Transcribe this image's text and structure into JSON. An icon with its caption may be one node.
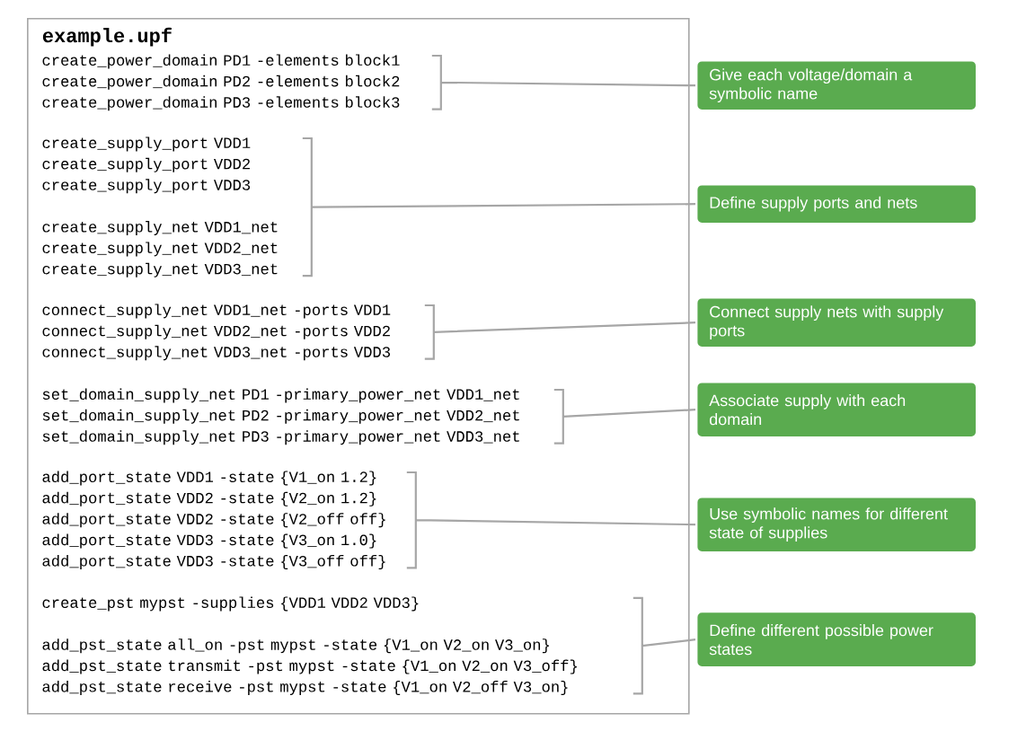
{
  "diagram": {
    "nodes": [
      {
        "text": [
          "example.upf"
        ]
      },
      {
        "text": [
          "create_power_domain PD1 -elements block1",
          "create_power_domain PD2 -elements block2",
          "create_power_domain PD3 -elements block3"
        ],
        "in": 0
      },
      {
        "text": [
          "create_supply_port VDD1",
          "create_supply_port VDD2",
          "create_supply_port VDD3",
          "create_supply_net VDD1_net",
          "create_supply_net VDD2_net",
          "create_supply_net VDD3_net"
        ],
        "in": 0
      },
      {
        "text": [
          "connect_supply_net VDD1_net -ports VDD1",
          "connect_supply_net VDD2_net -ports VDD2",
          "connect_supply_net VDD3_net -ports VDD3"
        ],
        "in": 0
      },
      {
        "text": [
          "set_domain_supply_net PD1 -primary_power_net VDD1_net",
          "set_domain_supply_net PD2 -primary_power_net VDD2_net",
          "set_domain_supply_net PD3 -primary_power_net VDD3_net"
        ],
        "in": 0
      },
      {
        "text": [
          "add_port_state VDD1 -state {V1_on 1.2}",
          "add_port_state VDD2 -state {V2_on 1.2}",
          "add_port_state VDD2 -state {V2_off off}",
          "add_port_state VDD3 -state {V3_on 1.0}",
          "add_port_state VDD3 -state {V3_off off}"
        ],
        "in": 0
      },
      {
        "text": [
          "create_pst mypst -supplies {VDD1 VDD2 VDD3}",
          "add_pst_state all_on   -pst mypst -state {V1_on V2_on  V3_on}",
          "add_pst_state transmit -pst mypst -state {V1_on V2_on  V3_off}",
          "add_pst_state receive  -pst mypst -state {V1_on V2_off V3_on}"
        ],
        "in": 0
      },
      {
        "text": [
          "Give each voltage/domain a symbolic name"
        ]
      },
      {
        "text": [
          "Define supply ports and nets"
        ]
      },
      {
        "text": [
          "Connect supply nets with supply ports"
        ]
      },
      {
        "text": [
          "Associate supply with each domain"
        ]
      },
      {
        "text": [
          "Use symbolic names for different state of supplies"
        ]
      },
      {
        "text": [
          "Define different possible power states"
        ]
      }
    ],
    "edges": [
      {
        "from": 7,
        "to": 1,
        "arrow": "none"
      },
      {
        "from": 8,
        "to": 2,
        "arrow": "none"
      },
      {
        "from": 9,
        "to": 3,
        "arrow": "none"
      },
      {
        "from": 10,
        "to": 4,
        "arrow": "none"
      },
      {
        "from": 11,
        "to": 5,
        "arrow": "none"
      },
      {
        "from": 12,
        "to": 6,
        "arrow": "none"
      }
    ]
  }
}
